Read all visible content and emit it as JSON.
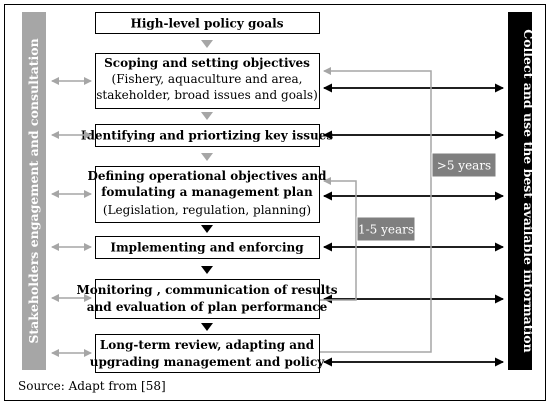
{
  "steps": [
    {
      "lines": [
        "High-level policy goals"
      ],
      "bold": [
        true
      ]
    },
    {
      "lines": [
        "Scoping and setting objectives",
        "(Fishery, aquaculture and area,",
        "stakeholder, broad issues and goals)"
      ],
      "bold": [
        true,
        false,
        false
      ]
    },
    {
      "lines": [
        "Identifying and priortizing key issues"
      ],
      "bold": [
        true
      ]
    },
    {
      "lines": [
        "Defining operational objectives and",
        "fomulating a management plan",
        "(Legislation, regulation, planning)"
      ],
      "bold": [
        true,
        true,
        false
      ]
    },
    {
      "lines": [
        "Implementing and enforcing"
      ],
      "bold": [
        true
      ]
    },
    {
      "lines": [
        "Monitoring , communication of results",
        "and evaluation of plan performance"
      ],
      "bold": [
        true,
        true
      ]
    },
    {
      "lines": [
        "Long-term review, adapting and",
        "upgrading management and policy"
      ],
      "bold": [
        true,
        true
      ]
    }
  ],
  "left_bar_label": "Stakeholders engagement and consultation",
  "right_bar_label": "Collect and use the best available information",
  "cycle_long_label": ">5 years",
  "cycle_short_label": "1-5 years",
  "source": "Source: Adapt from [58]",
  "colors": {
    "left_bar": "#a6a6a6",
    "right_bar": "#000000",
    "cycle_label_bg": "#7f7f7f",
    "gray_arrow": "#a6a6a6"
  }
}
